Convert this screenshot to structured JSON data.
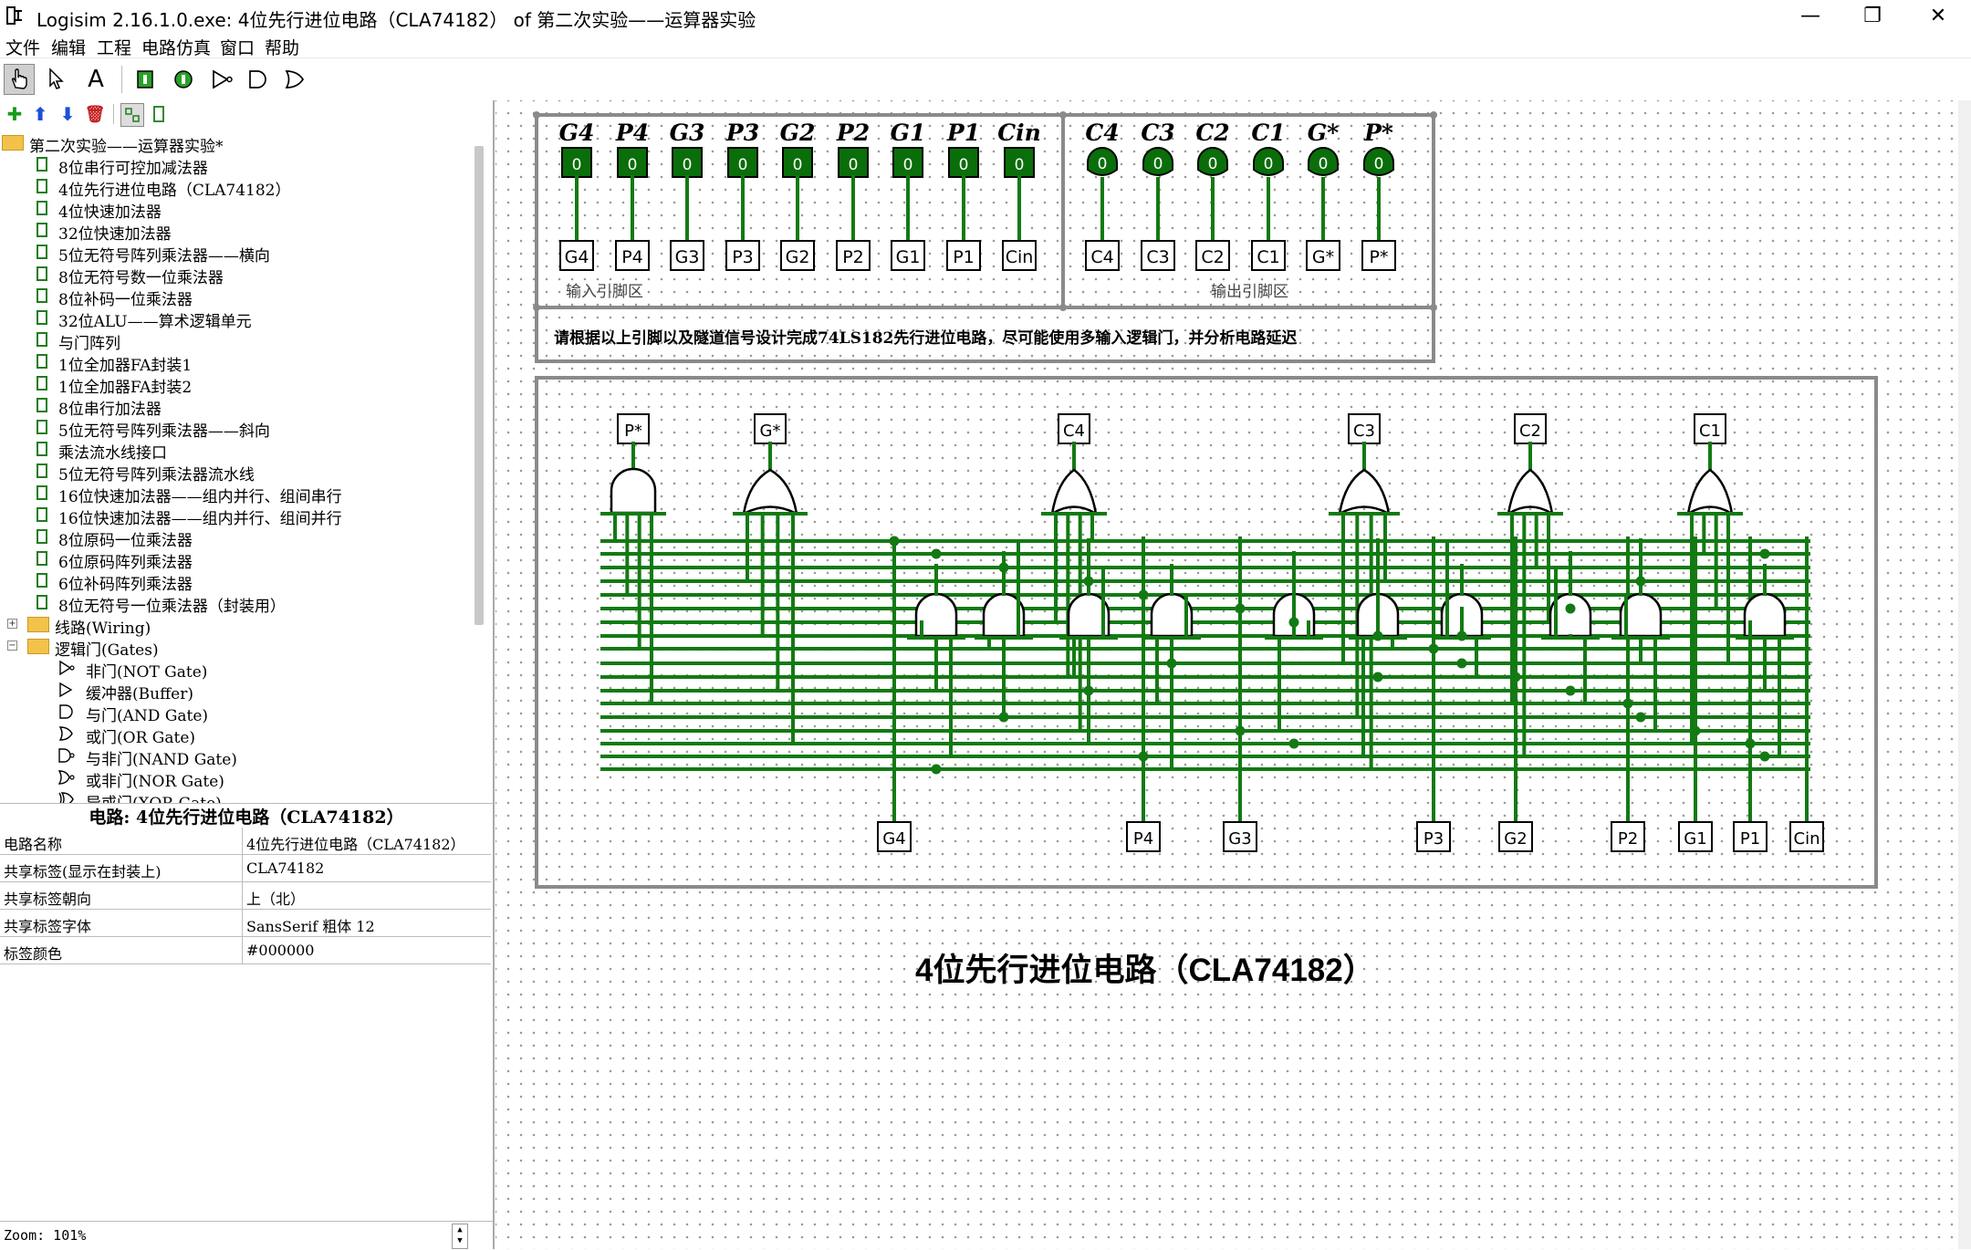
{
  "window": {
    "title": "Logisim 2.16.1.0.exe: 4位先行进位电路（CLA74182） of 第二次实验——运算器实验",
    "minimize": "—",
    "maximize": "❐",
    "close": "✕"
  },
  "menu": [
    "文件",
    "编辑",
    "工程",
    "电路仿真",
    "窗口",
    "帮助"
  ],
  "toolbar": {
    "tools": [
      "hand-tool",
      "select-tool",
      "text-tool",
      "input-pin-tool",
      "output-pin-tool",
      "not-gate-tool",
      "and-gate-tool",
      "or-gate-tool"
    ],
    "text_tool_label": "A"
  },
  "explorer_toolbar": [
    "add-circuit",
    "move-up",
    "move-down",
    "delete-circuit",
    "layout-view",
    "appearance-view"
  ],
  "tree": {
    "root": "第二次实验——运算器实验*",
    "circuits": [
      "8位串行可控加减法器",
      "4位先行进位电路（CLA74182）",
      "4位快速加法器",
      "32位快速加法器",
      "5位无符号阵列乘法器——横向",
      "8位无符号数一位乘法器",
      "8位补码一位乘法器",
      "32位ALU——算术逻辑单元",
      "与门阵列",
      "1位全加器FA封装1",
      "1位全加器FA封装2",
      "8位串行加法器",
      "5位无符号阵列乘法器——斜向",
      "乘法流水线接口",
      "5位无符号阵列乘法器流水线",
      "16位快速加法器——组内并行、组间串行",
      "16位快速加法器——组内并行、组间并行",
      "8位原码一位乘法器",
      "6位原码阵列乘法器",
      "6位补码阵列乘法器",
      "8位无符号一位乘法器（封装用）"
    ],
    "libraries": [
      "线路(Wiring)",
      "逻辑门(Gates)"
    ],
    "gates": [
      "非门(NOT Gate)",
      "缓冲器(Buffer)",
      "与门(AND Gate)",
      "或门(OR Gate)",
      "与非门(NAND Gate)",
      "或非门(NOR Gate)",
      "异或门(XOR Gate)"
    ]
  },
  "properties": {
    "title": "电路: 4位先行进位电路（CLA74182）",
    "rows": [
      {
        "name": "电路名称",
        "value": "4位先行进位电路（CLA74182）"
      },
      {
        "name": "共享标签(显示在封装上)",
        "value": "CLA74182"
      },
      {
        "name": "共享标签朝向",
        "value": "上（北）"
      },
      {
        "name": "共享标签字体",
        "value": "SansSerif 粗体 12"
      },
      {
        "name": "标签颜色",
        "value": "#000000"
      }
    ]
  },
  "zoom": "Zoom: 101%",
  "canvas": {
    "input_pins": [
      "G4",
      "P4",
      "G3",
      "P3",
      "G2",
      "P2",
      "G1",
      "P1",
      "Cin"
    ],
    "output_pins": [
      "C4",
      "C3",
      "C2",
      "C1",
      "G*",
      "P*"
    ],
    "pin_value": "0",
    "input_zone_label": "输入引脚区",
    "output_zone_label": "输出引脚区",
    "instruction": "请根据以上引脚以及隧道信号设计完成74LS182先行进位电路，尽可能使用多输入逻辑门，并分析电路延迟",
    "top_tunnels": [
      "P*",
      "G*",
      "C4",
      "C3",
      "C2",
      "C1"
    ],
    "bottom_tunnels": [
      "G4",
      "P4",
      "G3",
      "P3",
      "G2",
      "P2",
      "G1",
      "P1",
      "Cin"
    ],
    "circuit_title": "4位先行进位电路（CLA74182）"
  },
  "colors": {
    "wire": "#137a13",
    "pin_fill": "#0a6e0a",
    "folder": "#f2c24a",
    "panel_border": "#a9a9a9"
  }
}
